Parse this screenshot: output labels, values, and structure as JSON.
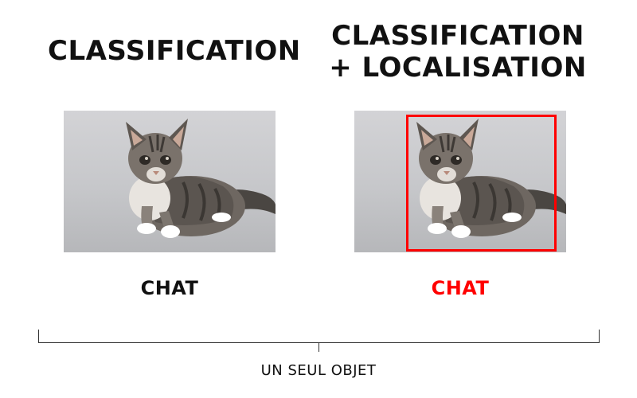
{
  "left_panel": {
    "title": "CLASSIFICATION",
    "label": "CHAT",
    "image": "cat-photo"
  },
  "right_panel": {
    "title_line1": "CLASSIFICATION",
    "title_line2": "+ LOCALISATION",
    "label": "CHAT",
    "image": "cat-photo",
    "bbox_color": "#ff0000"
  },
  "caption": "UN SEUL OBJET",
  "colors": {
    "text": "#111111",
    "highlight": "#ff0000"
  }
}
